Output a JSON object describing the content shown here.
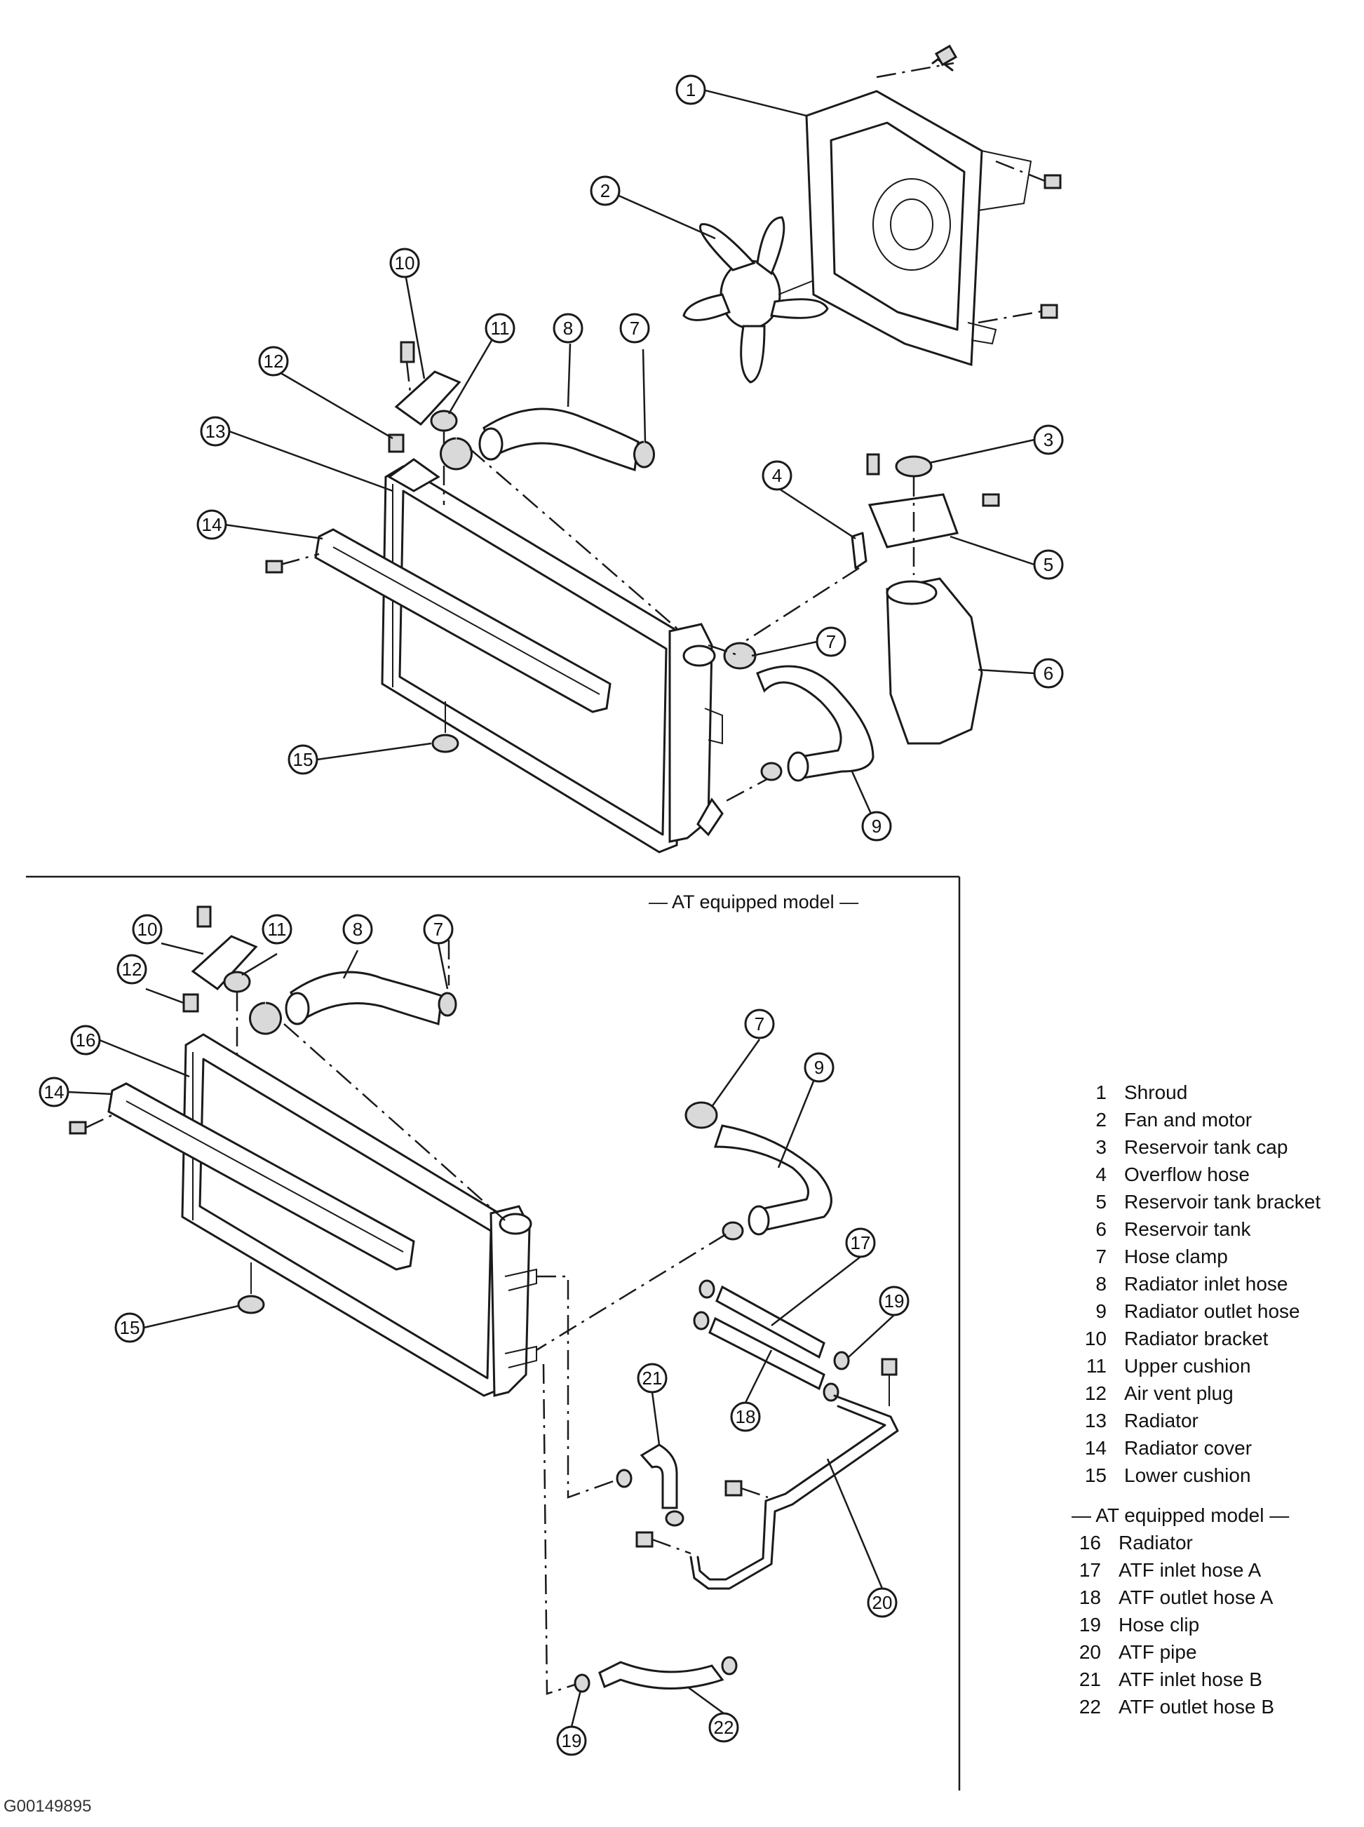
{
  "inset": {
    "title": "— AT equipped model —"
  },
  "legend": {
    "items": [
      {
        "num": "1",
        "name": "Shroud"
      },
      {
        "num": "2",
        "name": "Fan and motor"
      },
      {
        "num": "3",
        "name": "Reservoir tank cap"
      },
      {
        "num": "4",
        "name": "Overflow hose"
      },
      {
        "num": "5",
        "name": "Reservoir tank bracket"
      },
      {
        "num": "6",
        "name": "Reservoir tank"
      },
      {
        "num": "7",
        "name": "Hose clamp"
      },
      {
        "num": "8",
        "name": "Radiator inlet hose"
      },
      {
        "num": "9",
        "name": "Radiator outlet hose"
      },
      {
        "num": "10",
        "name": "Radiator bracket"
      },
      {
        "num": "11",
        "name": "Upper cushion"
      },
      {
        "num": "12",
        "name": "Air vent plug"
      },
      {
        "num": "13",
        "name": "Radiator"
      },
      {
        "num": "14",
        "name": "Radiator cover"
      },
      {
        "num": "15",
        "name": "Lower cushion"
      }
    ],
    "at_header": "— AT equipped model —",
    "at_items": [
      {
        "num": "16",
        "name": "Radiator"
      },
      {
        "num": "17",
        "name": "ATF inlet hose A"
      },
      {
        "num": "18",
        "name": "ATF outlet hose A"
      },
      {
        "num": "19",
        "name": "Hose clip"
      },
      {
        "num": "20",
        "name": "ATF pipe"
      },
      {
        "num": "21",
        "name": "ATF inlet hose B"
      },
      {
        "num": "22",
        "name": "ATF outlet hose B"
      }
    ]
  },
  "callouts_top": [
    "1",
    "2",
    "3",
    "4",
    "5",
    "6",
    "7",
    "7",
    "8",
    "9",
    "10",
    "11",
    "12",
    "13",
    "14",
    "15"
  ],
  "callouts_bottom": [
    "7",
    "7",
    "8",
    "9",
    "10",
    "11",
    "12",
    "14",
    "15",
    "16",
    "17",
    "18",
    "19",
    "19",
    "20",
    "21",
    "22"
  ],
  "figure_id": "G00149895"
}
